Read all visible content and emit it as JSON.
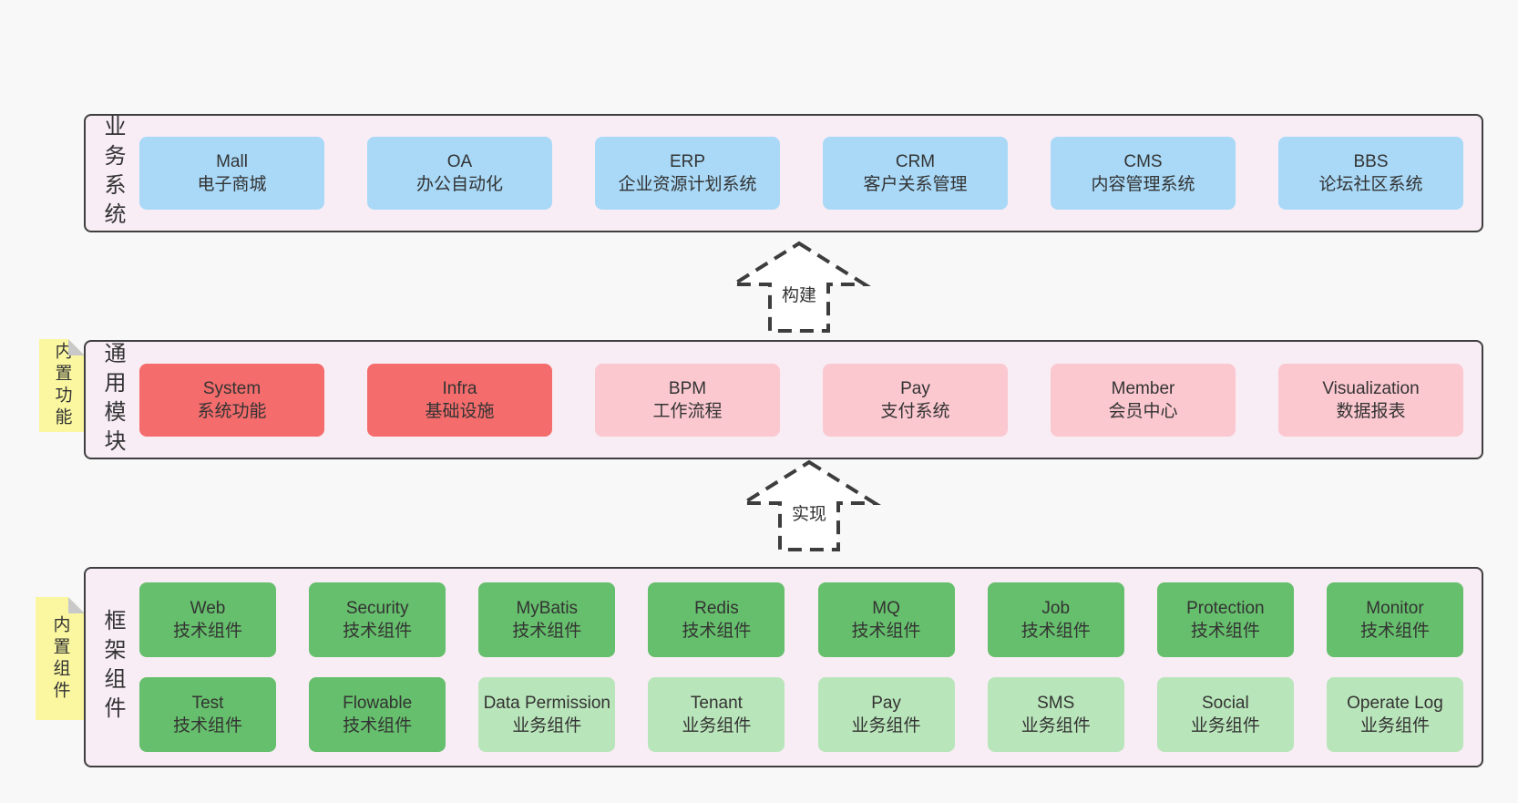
{
  "colors": {
    "page_bg": "#f8f8f8",
    "panel_bg": "#f8edf5",
    "panel_border": "#3f3f3f",
    "box_blue": "#a9d9f7",
    "box_red": "#f46c6c",
    "box_pink": "#fbc8d0",
    "box_green": "#66bf6c",
    "box_light_green": "#b9e5ba",
    "sticky_yellow": "#faf7a0",
    "sticky_fold_gray": "#c9c9c9",
    "text": "#333333"
  },
  "business": {
    "label": "业务系统",
    "boxes": [
      {
        "title": "Mall",
        "subtitle": "电子商城",
        "variant": "blue"
      },
      {
        "title": "OA",
        "subtitle": "办公自动化",
        "variant": "blue"
      },
      {
        "title": "ERP",
        "subtitle": "企业资源计划系统",
        "variant": "blue"
      },
      {
        "title": "CRM",
        "subtitle": "客户关系管理",
        "variant": "blue"
      },
      {
        "title": "CMS",
        "subtitle": "内容管理系统",
        "variant": "blue"
      },
      {
        "title": "BBS",
        "subtitle": "论坛社区系统",
        "variant": "blue"
      }
    ]
  },
  "arrows": {
    "build": {
      "label": "构建"
    },
    "implement": {
      "label": "实现"
    }
  },
  "modules": {
    "label": "通用模块",
    "sticky": "内置功能",
    "boxes": [
      {
        "title": "System",
        "subtitle": "系统功能",
        "variant": "red"
      },
      {
        "title": "Infra",
        "subtitle": "基础设施",
        "variant": "red"
      },
      {
        "title": "BPM",
        "subtitle": "工作流程",
        "variant": "pink"
      },
      {
        "title": "Pay",
        "subtitle": "支付系统",
        "variant": "pink"
      },
      {
        "title": "Member",
        "subtitle": "会员中心",
        "variant": "pink"
      },
      {
        "title": "Visualization",
        "subtitle": "数据报表",
        "variant": "pink"
      }
    ]
  },
  "framework": {
    "label": "框架组件",
    "sticky": "内置组件",
    "row1": [
      {
        "title": "Web",
        "subtitle": "技术组件",
        "variant": "green"
      },
      {
        "title": "Security",
        "subtitle": "技术组件",
        "variant": "green"
      },
      {
        "title": "MyBatis",
        "subtitle": "技术组件",
        "variant": "green"
      },
      {
        "title": "Redis",
        "subtitle": "技术组件",
        "variant": "green"
      },
      {
        "title": "MQ",
        "subtitle": "技术组件",
        "variant": "green"
      },
      {
        "title": "Job",
        "subtitle": "技术组件",
        "variant": "green"
      },
      {
        "title": "Protection",
        "subtitle": "技术组件",
        "variant": "green"
      },
      {
        "title": "Monitor",
        "subtitle": "技术组件",
        "variant": "green"
      }
    ],
    "row2": [
      {
        "title": "Test",
        "subtitle": "技术组件",
        "variant": "green"
      },
      {
        "title": "Flowable",
        "subtitle": "技术组件",
        "variant": "green"
      },
      {
        "title": "Data Permission",
        "subtitle": "业务组件",
        "variant": "lightgreen"
      },
      {
        "title": "Tenant",
        "subtitle": "业务组件",
        "variant": "lightgreen"
      },
      {
        "title": "Pay",
        "subtitle": "业务组件",
        "variant": "lightgreen"
      },
      {
        "title": "SMS",
        "subtitle": "业务组件",
        "variant": "lightgreen"
      },
      {
        "title": "Social",
        "subtitle": "业务组件",
        "variant": "lightgreen"
      },
      {
        "title": "Operate Log",
        "subtitle": "业务组件",
        "variant": "lightgreen"
      }
    ]
  }
}
